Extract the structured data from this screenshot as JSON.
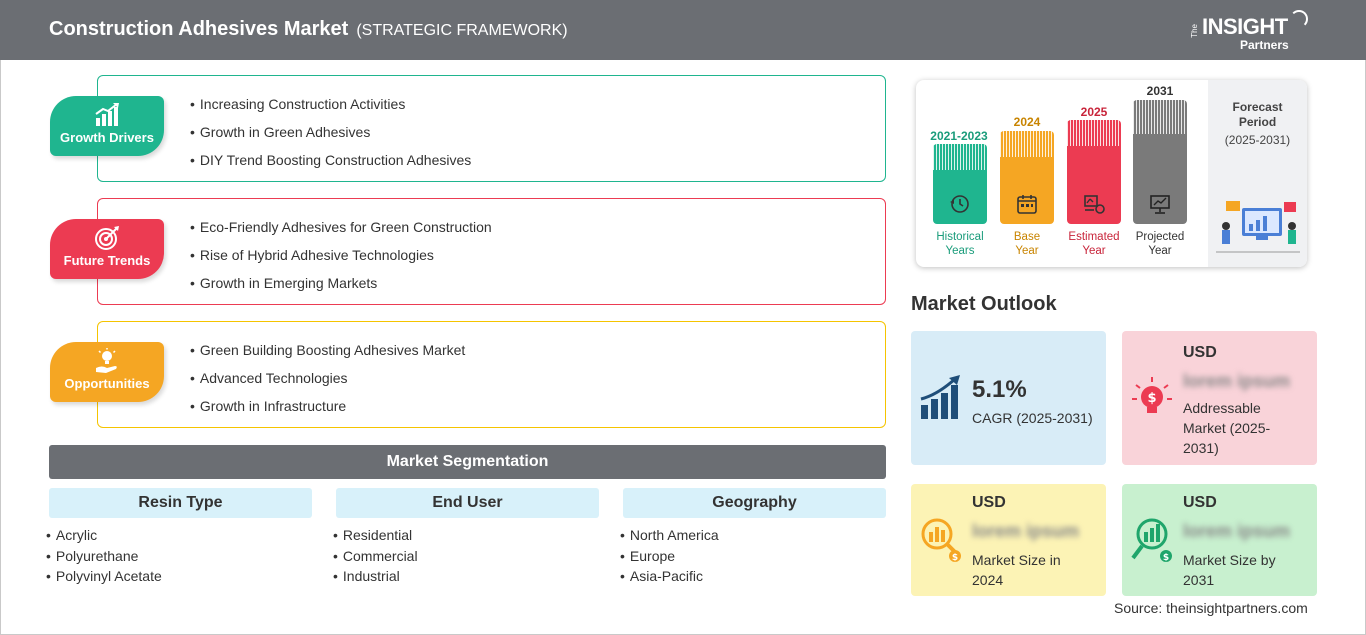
{
  "header": {
    "title": "Construction Adhesives Market",
    "subtitle": "(STRATEGIC FRAMEWORK)",
    "logo": {
      "the": "The",
      "insight": "INSIGHT",
      "partners": "Partners"
    }
  },
  "framework": [
    {
      "label": "Growth Drivers",
      "color": "#1fb58f",
      "icon": "growth-chart-icon",
      "items": [
        "Increasing Construction Activities",
        "Growth in Green Adhesives",
        "DIY Trend Boosting Construction Adhesives"
      ]
    },
    {
      "label": "Future Trends",
      "color": "#ec3b52",
      "icon": "target-icon",
      "items": [
        "Eco-Friendly Adhesives for Green Construction",
        "Rise of Hybrid Adhesive Technologies",
        "Growth in Emerging Markets"
      ]
    },
    {
      "label": "Opportunities",
      "color": "#f5a623",
      "icon": "idea-hand-icon",
      "items": [
        "Green Building Boosting Adhesives Market",
        "Advanced Technologies",
        "Growth in Infrastructure"
      ]
    }
  ],
  "segmentation": {
    "title": "Market Segmentation",
    "columns": [
      {
        "header": "Resin Type",
        "items": [
          "Acrylic",
          "Polyurethane",
          "Polyvinyl Acetate"
        ]
      },
      {
        "header": "End User",
        "items": [
          "Residential",
          "Commercial",
          "Industrial"
        ]
      },
      {
        "header": "Geography",
        "items": [
          "North America",
          "Europe",
          "Asia-Pacific"
        ]
      }
    ]
  },
  "timeline": {
    "bars": [
      {
        "year": "2021-2023",
        "caption_1": "Historical",
        "caption_2": "Years",
        "color": "#1fb58f",
        "icon": "history-icon"
      },
      {
        "year": "2024",
        "caption_1": "Base",
        "caption_2": "Year",
        "color": "#f5a623",
        "icon": "calendar-icon"
      },
      {
        "year": "2025",
        "caption_1": "Estimated",
        "caption_2": "Year",
        "color": "#ec3b52",
        "icon": "estimate-icon"
      },
      {
        "year": "2031",
        "caption_1": "Projected",
        "caption_2": "Year",
        "color": "#7a7a7a",
        "icon": "projection-icon"
      }
    ],
    "forecast_label_1": "Forecast",
    "forecast_label_2": "Period",
    "forecast_range": "(2025-2031)"
  },
  "outlook": {
    "title": "Market Outlook",
    "cagr": {
      "value": "5.1%",
      "label": "CAGR (2025-2031)",
      "bg": "#d8ecf7"
    },
    "addressable": {
      "currency": "USD",
      "value": "lorem ipsum",
      "label_1": "Addressable",
      "label_2": "Market (2025-",
      "label_3": "2031)",
      "bg": "#f9d3d9"
    },
    "size_2024": {
      "currency": "USD",
      "value": "lorem ipsum",
      "label_1": "Market Size in",
      "label_2": "2024",
      "bg": "#fcf3b5"
    },
    "size_2031": {
      "currency": "USD",
      "value": "lorem ipsum",
      "label_1": "Market Size by",
      "label_2": "2031",
      "bg": "#c8f0cf"
    }
  },
  "source": "Source: theinsightpartners.com"
}
